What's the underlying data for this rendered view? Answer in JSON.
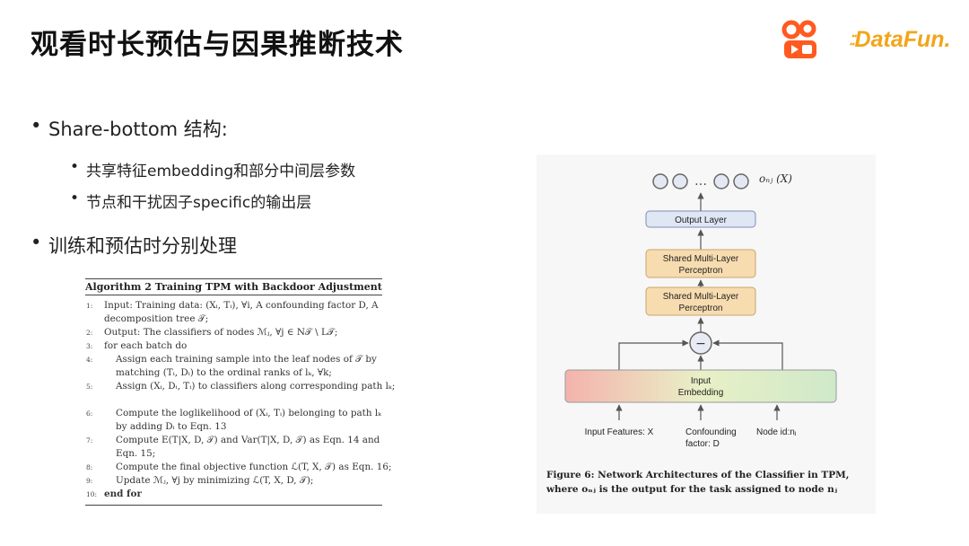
{
  "header": {
    "title": "观看时长预估与因果推断技术",
    "logo_text": "DataFun."
  },
  "bullets": {
    "item1": "Share-bottom 结构:",
    "sub1": "共享特征embedding和部分中间层参数",
    "sub2": "节点和干扰因子specific的输出层",
    "item2": "训练和预估时分别处理"
  },
  "algorithm": {
    "header": "Algorithm 2 Training TPM with Backdoor Adjustment",
    "lines": [
      {
        "no": "1:",
        "text": "Input: Training data: (Xᵢ, Tᵢ), ∀i, A confounding factor D, A"
      },
      {
        "no": "",
        "text": "decomposition tree 𝒯;"
      },
      {
        "no": "2:",
        "text": "Output: The classifiers of nodes ℳⱼ, ∀j ∈ N𝒯 \\ L𝒯;"
      },
      {
        "no": "3:",
        "text": "for each batch do"
      },
      {
        "no": "4:",
        "text": "Assign each training sample into the leaf nodes of 𝒯 by"
      },
      {
        "no": "",
        "text": "matching (Tᵢ, Dᵢ) to the ordinal ranks of lₖ, ∀k;"
      },
      {
        "no": "5:",
        "text": "Assign (Xᵢ, Dᵢ, Tᵢ) to classifiers along corresponding path lₖ;"
      },
      {
        "no": "6:",
        "text": "Compute the loglikelihood of (Xᵢ, Tᵢ) belonging to path lₖ"
      },
      {
        "no": "",
        "text": "by adding Dᵢ to Eqn. 13"
      },
      {
        "no": "7:",
        "text": "Compute E(T|X, D, 𝒯) and Var(T|X, D, 𝒯) as Eqn. 14 and"
      },
      {
        "no": "",
        "text": "Eqn. 15;"
      },
      {
        "no": "8:",
        "text": "Compute the final objective function ℒ(T, X, 𝒯) as Eqn. 16;"
      },
      {
        "no": "9:",
        "text": "Update ℳⱼ, ∀j by minimizing ℒ(T, X, D, 𝒯);"
      },
      {
        "no": "10:",
        "text": "end for"
      }
    ]
  },
  "figure": {
    "output_label": "oₙⱼ (X)",
    "ellipsis": "…",
    "output_layer": "Output Layer",
    "mlp_line1": "Shared Multi-Layer",
    "mlp_line2": "Perceptron",
    "embedding_line1": "Input",
    "embedding_line2": "Embedding",
    "operator_symbol": "−",
    "input_features": "Input Features: X",
    "confounding_line1": "Confounding",
    "confounding_line2": "factor: D",
    "node_id": "Node id:nⱼ",
    "caption_line1": "Figure 6: Network Architectures of the Classifier in TPM,",
    "caption_line2": "where oₙⱼ is the output for the task assigned to node nⱼ"
  },
  "colors": {
    "logo_orange": "#f2a51a",
    "kuaishou_orange": "#ff5a1f",
    "output_layer_fill": "#dfe6f4",
    "mlp_fill": "#f7dcb0",
    "embedding_gradient": [
      "#f4b3ad",
      "#e8f0c6",
      "#cfe9c9"
    ]
  },
  "icons": {
    "kuaishou_logo": "kuaishou-logo-icon",
    "datafun_logo": "datafun-logo-icon"
  }
}
